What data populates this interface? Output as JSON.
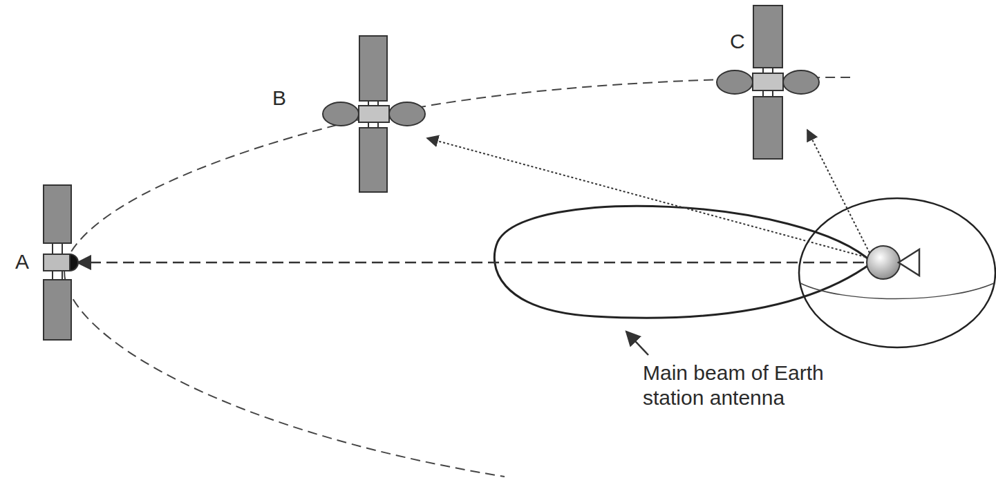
{
  "diagram": {
    "labels": [
      "A",
      "B",
      "C",
      "Main beam of Earth station antenna"
    ]
  }
}
